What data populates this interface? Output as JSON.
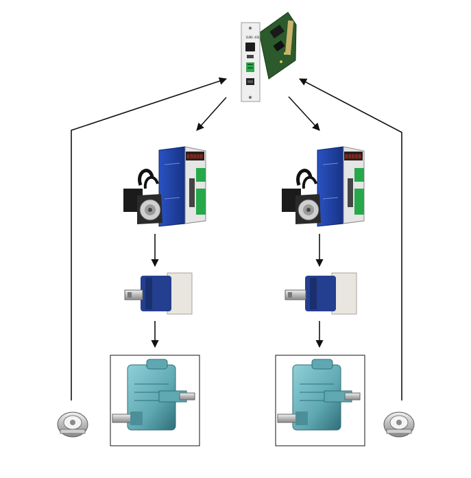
{
  "diagram": {
    "controller_card": {
      "label": "EURO 4SE",
      "icon": "motion-controller-card"
    },
    "axes": [
      {
        "driver_display": "88888",
        "components": [
          "servo-drive",
          "servo-motor",
          "planetary-gearbox",
          "worm-gear-reducer"
        ]
      },
      {
        "driver_display": "88888",
        "components": [
          "servo-drive",
          "servo-motor",
          "planetary-gearbox",
          "worm-gear-reducer"
        ]
      }
    ],
    "encoders": [
      "rotary-encoder",
      "rotary-encoder"
    ],
    "colors": {
      "drive_blue": "#1f3f9e",
      "terminal_green": "#27a84a",
      "display_red": "#ff2a10",
      "gearbox_blue": "#243f8f",
      "reducer_teal": "#5fa8b2",
      "arrow": "#111111"
    }
  }
}
